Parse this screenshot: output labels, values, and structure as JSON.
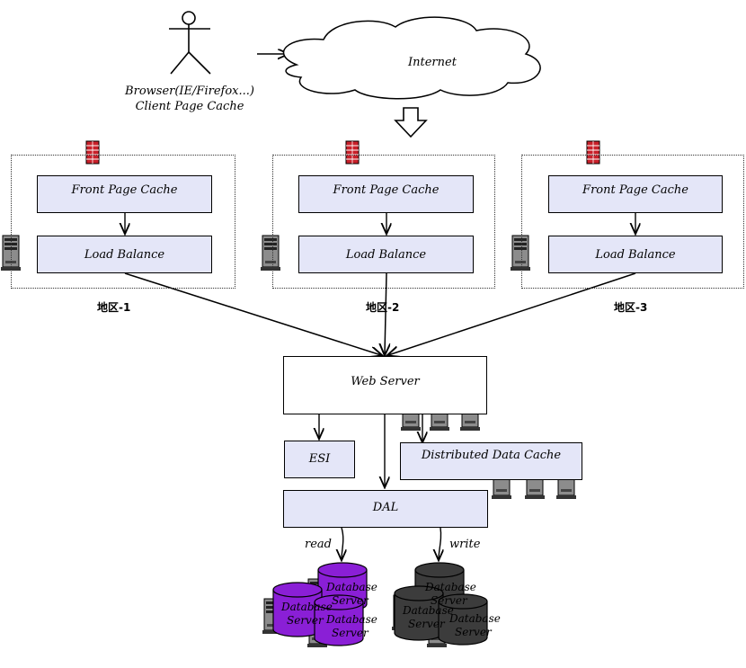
{
  "client": {
    "line1": "Browser(IE/Firefox...)",
    "line2": "Client Page Cache"
  },
  "internet": {
    "label": "Internet"
  },
  "regions": [
    {
      "name": "地区-1",
      "cache": "Front Page Cache",
      "balancer": "Load Balance"
    },
    {
      "name": "地区-2",
      "cache": "Front Page Cache",
      "balancer": "Load Balance"
    },
    {
      "name": "地区-3",
      "cache": "Front Page Cache",
      "balancer": "Load Balance"
    }
  ],
  "web_server": {
    "label": "Web Server"
  },
  "esi": {
    "label": "ESI"
  },
  "ddc": {
    "label": "Distributed Data Cache"
  },
  "dal": {
    "label": "DAL"
  },
  "edges": {
    "read": "read",
    "write": "write"
  },
  "databases": {
    "label_word1": "Database",
    "label_word2": "Server",
    "read_color": "#8a1fd6",
    "write_color": "#3c3c3c"
  },
  "colors": {
    "box_fill": "#e4e6f8",
    "firewall": "#c8202a"
  },
  "icons": [
    "user-icon",
    "cloud-icon",
    "firewall-icon",
    "server-icon",
    "database-icon",
    "arrow-down-icon"
  ]
}
